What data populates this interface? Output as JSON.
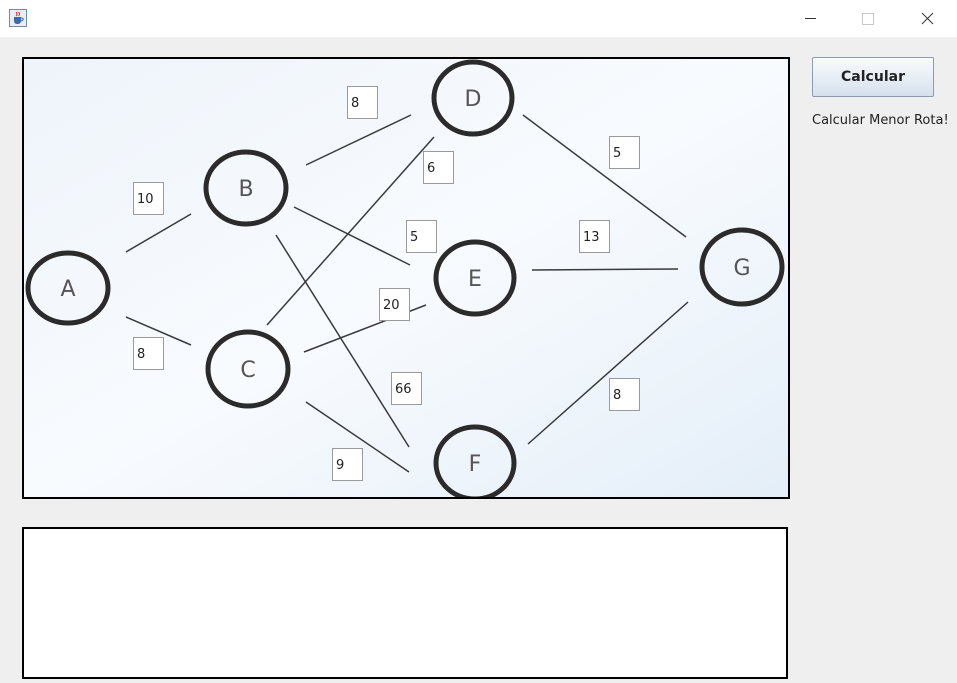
{
  "window": {
    "app_icon": "java-coffee-cup-icon",
    "controls": [
      "minimize-icon",
      "maximize-icon",
      "close-icon"
    ]
  },
  "graph": {
    "nodes": [
      "A",
      "B",
      "C",
      "D",
      "E",
      "F",
      "G"
    ],
    "edges": [
      {
        "from": "A",
        "to": "B",
        "weight": "10"
      },
      {
        "from": "A",
        "to": "C",
        "weight": "8"
      },
      {
        "from": "B",
        "to": "D",
        "weight": "8"
      },
      {
        "from": "C",
        "to": "D",
        "weight": "6"
      },
      {
        "from": "B",
        "to": "E",
        "weight": "5"
      },
      {
        "from": "C",
        "to": "E",
        "weight": "20"
      },
      {
        "from": "B",
        "to": "F",
        "weight": "66"
      },
      {
        "from": "C",
        "to": "F",
        "weight": "9"
      },
      {
        "from": "D",
        "to": "G",
        "weight": "5"
      },
      {
        "from": "E",
        "to": "G",
        "weight": "13"
      },
      {
        "from": "F",
        "to": "G",
        "weight": "8"
      }
    ]
  },
  "sidebar": {
    "calculate_button": "Calcular",
    "calculate_label": "Calcular Menor Rota!"
  },
  "output": {
    "text": ""
  }
}
